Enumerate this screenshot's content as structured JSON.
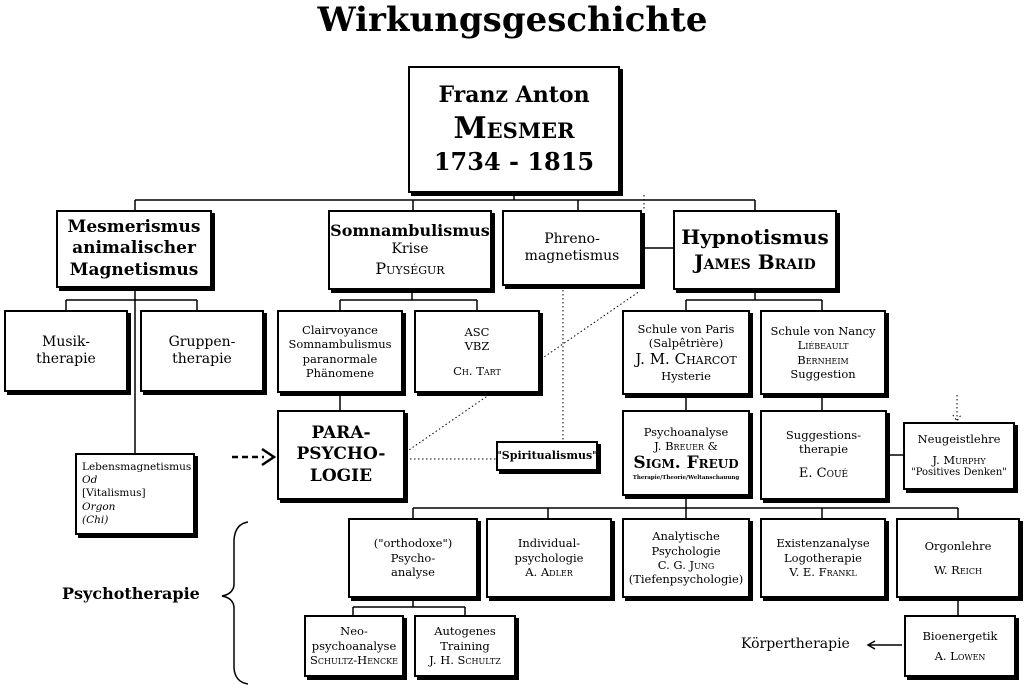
{
  "title": "Wirkungsgeschichte",
  "mesmer": {
    "first_name": "Franz Anton",
    "surname": "Mesmer",
    "years": "1734 - 1815"
  },
  "row1": {
    "mesmerismus": [
      "Mesmerismus",
      "animalischer",
      "Magnetismus"
    ],
    "somnambulismus": {
      "title": "Somnambulismus",
      "line2": "Krise",
      "line3": "Puységur"
    },
    "phreno": [
      "Phreno-",
      "magnetismus"
    ],
    "hypnotismus": [
      "Hypnotismus",
      "James Braid"
    ]
  },
  "row2": {
    "musik": [
      "Musik-",
      "therapie"
    ],
    "gruppen": [
      "Gruppen-",
      "therapie"
    ],
    "clair": [
      "Clairvoyance",
      "Somnambulismus",
      "paranormale",
      "Phänomene"
    ],
    "asc": [
      "ASC",
      "VBZ",
      "",
      "Ch. Tart"
    ],
    "paris": [
      "Schule von Paris",
      "(Salpêtrière)",
      "J. M. Charcot",
      "Hysterie"
    ],
    "nancy": [
      "Schule von Nancy",
      "Liébeault",
      "Bernheim",
      "Suggestion"
    ]
  },
  "row3": {
    "lebens": [
      "Lebensmagnetismus",
      "Od",
      "[Vitalismus]",
      "Orgon",
      "(Chi)"
    ],
    "para": [
      "PARA-",
      "PSYCHO-",
      "LOGIE"
    ],
    "spiritualismus": "\"Spiritualismus\"",
    "freud": [
      "Psychoanalyse",
      "J. Breuer &",
      "Sigm. Freud",
      "Therapie/Theorie/Weltanschauung"
    ],
    "sugg": [
      "Suggestions-",
      "therapie",
      "",
      "E. Coué"
    ],
    "neugeist": [
      "Neugeistlehre",
      "",
      "J. Murphy",
      "\"Positives Denken\""
    ]
  },
  "row4": {
    "orthodox": [
      "(\"orthodoxe\")",
      "Psycho-",
      "analyse"
    ],
    "individual": [
      "Individual-",
      "psychologie",
      "A. Adler"
    ],
    "analytisch": [
      "Analytische",
      "Psychologie",
      "C. G. Jung",
      "(Tiefenpsychologie)"
    ],
    "existenz": [
      "Existenzanalyse",
      "Logotherapie",
      "V. E. Frankl"
    ],
    "orgon": [
      "Orgonlehre",
      "",
      "W. Reich"
    ]
  },
  "row5": {
    "neo": [
      "Neo-",
      "psychoanalyse",
      "Schultz-Hencke"
    ],
    "autogenes": [
      "Autogenes",
      "Training",
      "J. H. Schultz"
    ],
    "bio": [
      "Bioenergetik",
      "A. Lowen"
    ]
  },
  "labels": {
    "psychotherapie": "Psychotherapie",
    "koerpertherapie": "Körpertherapie"
  }
}
